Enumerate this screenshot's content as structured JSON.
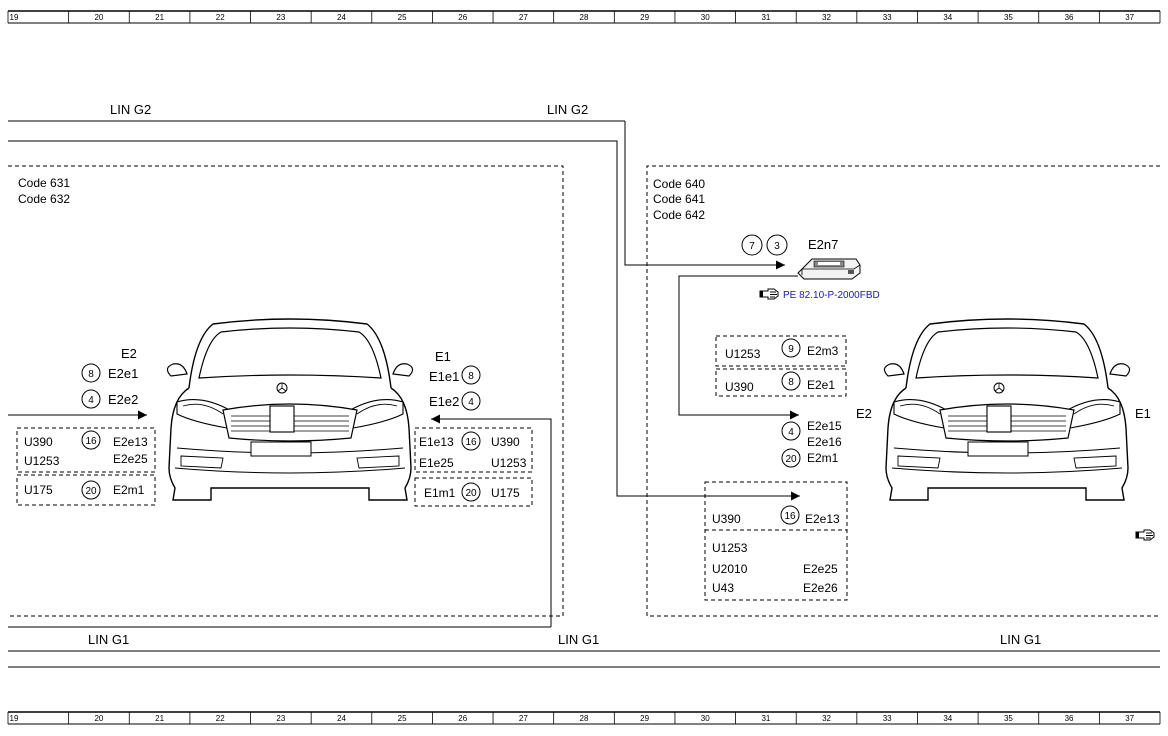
{
  "ruler": {
    "columns": [
      "19",
      "20",
      "21",
      "22",
      "23",
      "24",
      "25",
      "26",
      "27",
      "28",
      "29",
      "30",
      "31",
      "32",
      "33",
      "34",
      "35",
      "36",
      "37"
    ]
  },
  "buses": {
    "lin_g2_left": "LIN G2",
    "lin_g2_right": "LIN G2",
    "lin_g1_left": "LIN G1",
    "lin_g1_mid": "LIN G1",
    "lin_g1_right": "LIN G1"
  },
  "left_group": {
    "codes": [
      "Code 631",
      "Code 632"
    ],
    "side_e2": {
      "title": "E2",
      "rows": [
        {
          "pin": "8",
          "component": "E2e1"
        },
        {
          "pin": "4",
          "component": "E2e2"
        }
      ],
      "box1": {
        "codes": [
          "U390",
          "U1253"
        ],
        "pin": "16",
        "components": [
          "E2e13",
          "E2e25"
        ]
      },
      "box2": {
        "code": "U175",
        "pin": "20",
        "component": "E2m1"
      }
    },
    "side_e1": {
      "title": "E1",
      "rows": [
        {
          "pin": "8",
          "component": "E1e1"
        },
        {
          "pin": "4",
          "component": "E1e2"
        }
      ],
      "box1": {
        "components": [
          "E1e13",
          "E1e25"
        ],
        "pin": "16",
        "codes": [
          "U390",
          "U1253"
        ]
      },
      "box2": {
        "component": "E1m1",
        "pin": "20",
        "code": "U175"
      }
    }
  },
  "right_group": {
    "codes": [
      "Code 640",
      "Code 641",
      "Code 642"
    ],
    "module": {
      "name": "E2n7",
      "pins": [
        "7",
        "3"
      ],
      "reference": "PE 82.10-P-2000FBD"
    },
    "box_m3": {
      "code": "U1253",
      "pin": "9",
      "component": "E2m3"
    },
    "box_e1": {
      "code": "U390",
      "pin": "8",
      "component": "E2e1"
    },
    "rows": [
      {
        "pin": "4",
        "components": [
          "E2e15",
          "E2e16"
        ]
      },
      {
        "pin": "20",
        "components": [
          "E2m1"
        ]
      }
    ],
    "lower_box": {
      "row1": {
        "code": "U390",
        "pin": "16",
        "component": "E2e13"
      },
      "codes": [
        "U1253",
        "U2010",
        "U43"
      ],
      "components": [
        "E2e25",
        "E2e26"
      ]
    },
    "car_labels": {
      "left": "E2",
      "right": "E1"
    }
  },
  "colors": {
    "line": "#000000",
    "reference_link": "#1a1aa8"
  },
  "icons": [
    "pointing-hand-icon",
    "control-module-icon",
    "car-front-icon"
  ]
}
